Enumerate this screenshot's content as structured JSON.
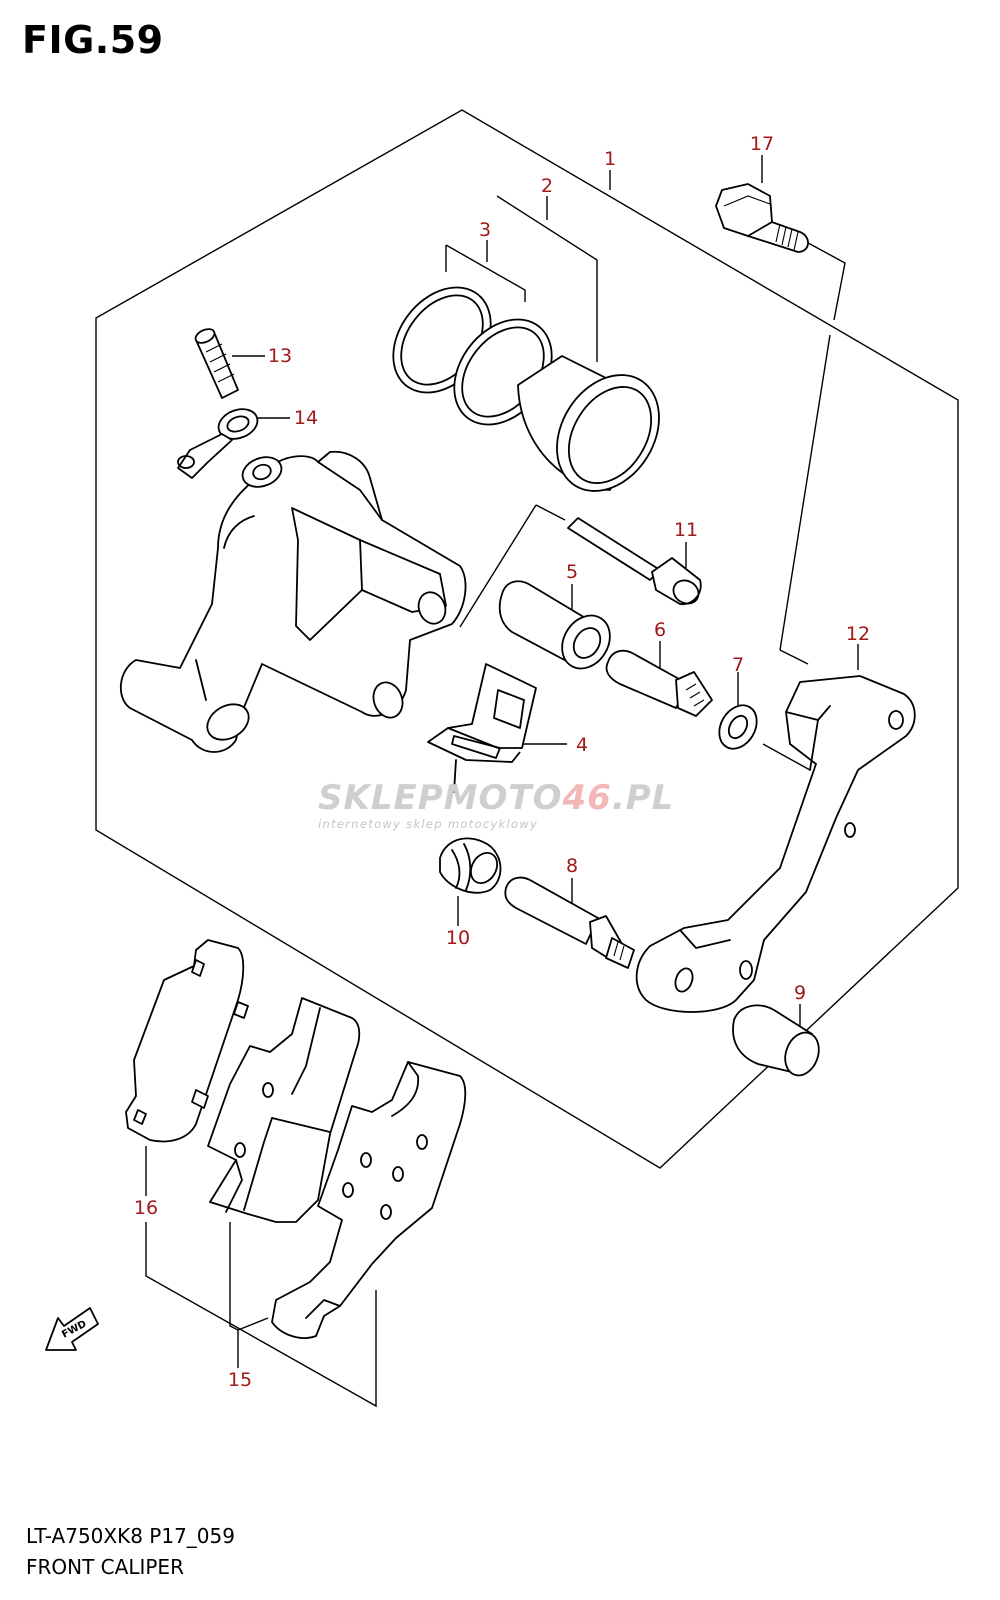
{
  "figure": {
    "title": "FIG.59",
    "model_code": "LT-A750XK8 P17_059",
    "section_name": "FRONT CALIPER"
  },
  "watermark": {
    "brand_prefix": "SKLEPMOTO",
    "brand_accent": "46",
    "brand_suffix": ".PL",
    "tagline": "internetowy sklep motocyklowy"
  },
  "direction_badge": "FWD",
  "colors": {
    "callout": "#a01818",
    "line": "#000000",
    "watermark_gray": "#cfcfcf",
    "watermark_accent": "#f2b8b8"
  },
  "callouts": [
    "1",
    "2",
    "3",
    "4",
    "5",
    "6",
    "7",
    "8",
    "9",
    "10",
    "11",
    "12",
    "13",
    "14",
    "15",
    "16",
    "17"
  ]
}
